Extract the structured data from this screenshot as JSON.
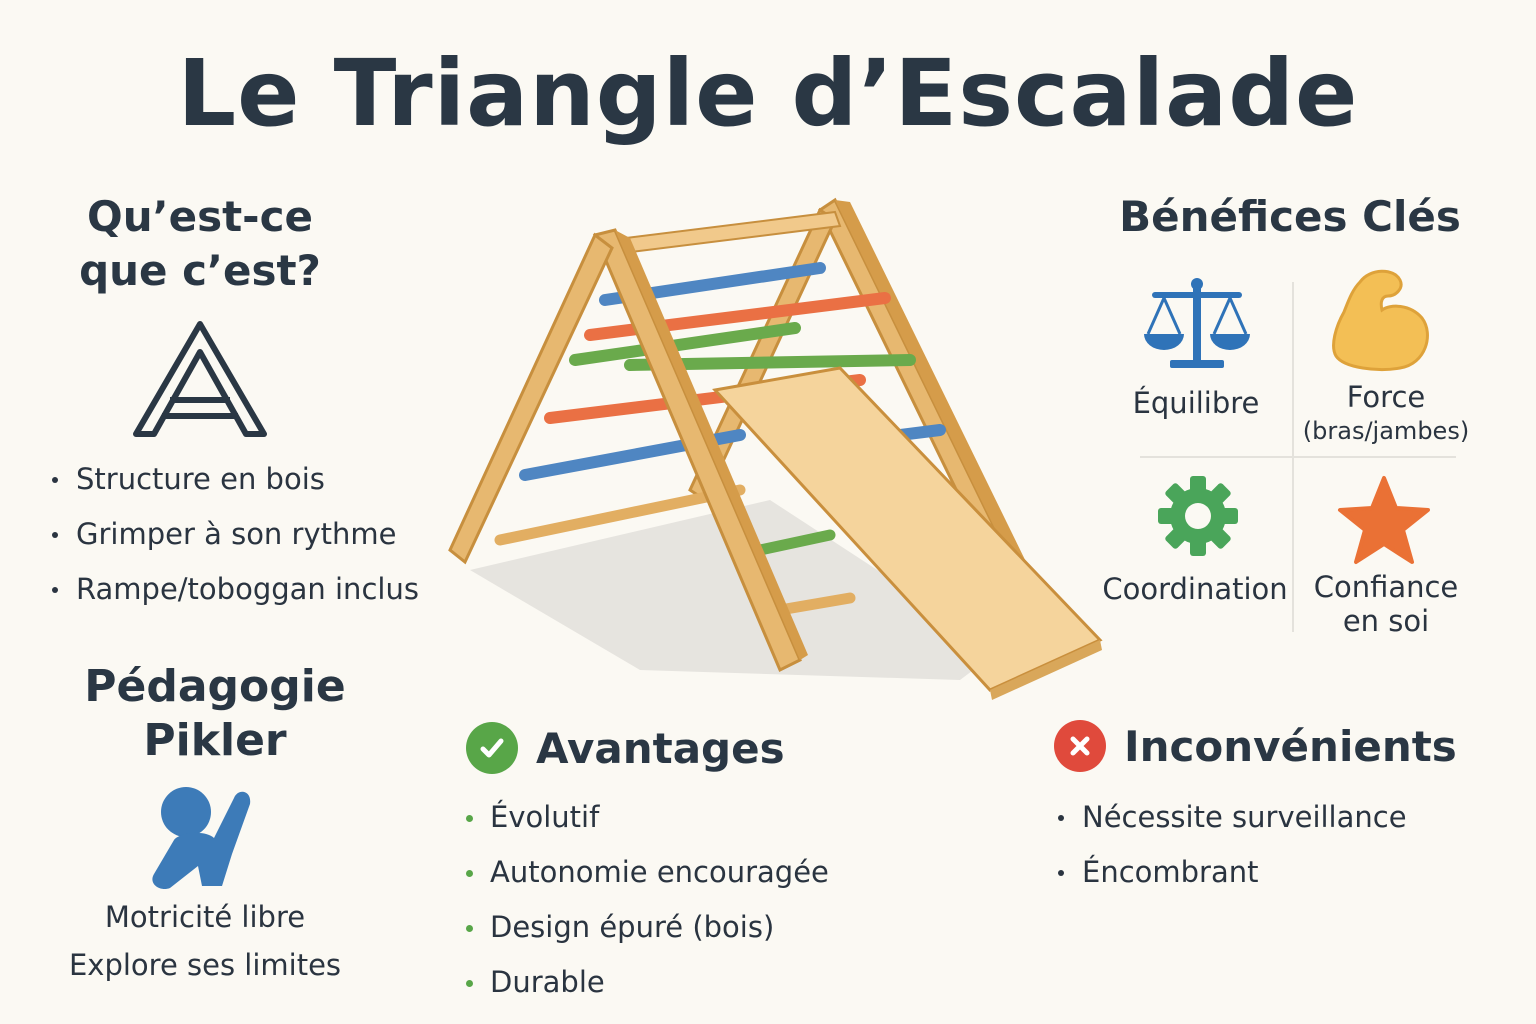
{
  "title": "Le Triangle d’Escalade",
  "what_is": {
    "heading_line1": "Qu’est-ce",
    "heading_line2": "que c’est?",
    "bullets": [
      "Structure en bois",
      "Grimper à son rythme",
      "Rampe/toboggan inclus"
    ]
  },
  "pikler": {
    "heading_line1": "Pédagogie",
    "heading_line2": "Pikler",
    "lines": [
      "Motricité libre",
      "Explore ses limites"
    ]
  },
  "benefits": {
    "heading": "Bénéfices Clés",
    "items": [
      {
        "label": "Équilibre",
        "sub": "",
        "icon": "balance-scale-icon",
        "color": "#2f73b8"
      },
      {
        "label": "Force",
        "sub": "(bras/jambes)",
        "icon": "flexed-arm-icon",
        "color": "#f2bf52"
      },
      {
        "label": "Coordination",
        "sub": "",
        "icon": "gear-icon",
        "color": "#4aa55a"
      },
      {
        "label": "Confiance",
        "sub": "en soi",
        "icon": "star-icon",
        "color": "#ea7135"
      }
    ]
  },
  "advantages": {
    "title": "Avantages",
    "icon": "check-circle-icon",
    "color": "#58a648",
    "bullets": [
      "Évolutif",
      "Autonomie encouragée",
      "Design épuré (bois)",
      "Durable"
    ]
  },
  "disadvantages": {
    "title": "Inconvénients",
    "icon": "x-circle-icon",
    "color": "#e04a3c",
    "bullets": [
      "Nécessite surveillance",
      "Éncombrant"
    ]
  },
  "illustration": {
    "icon": "pikler-triangle-illustration"
  }
}
